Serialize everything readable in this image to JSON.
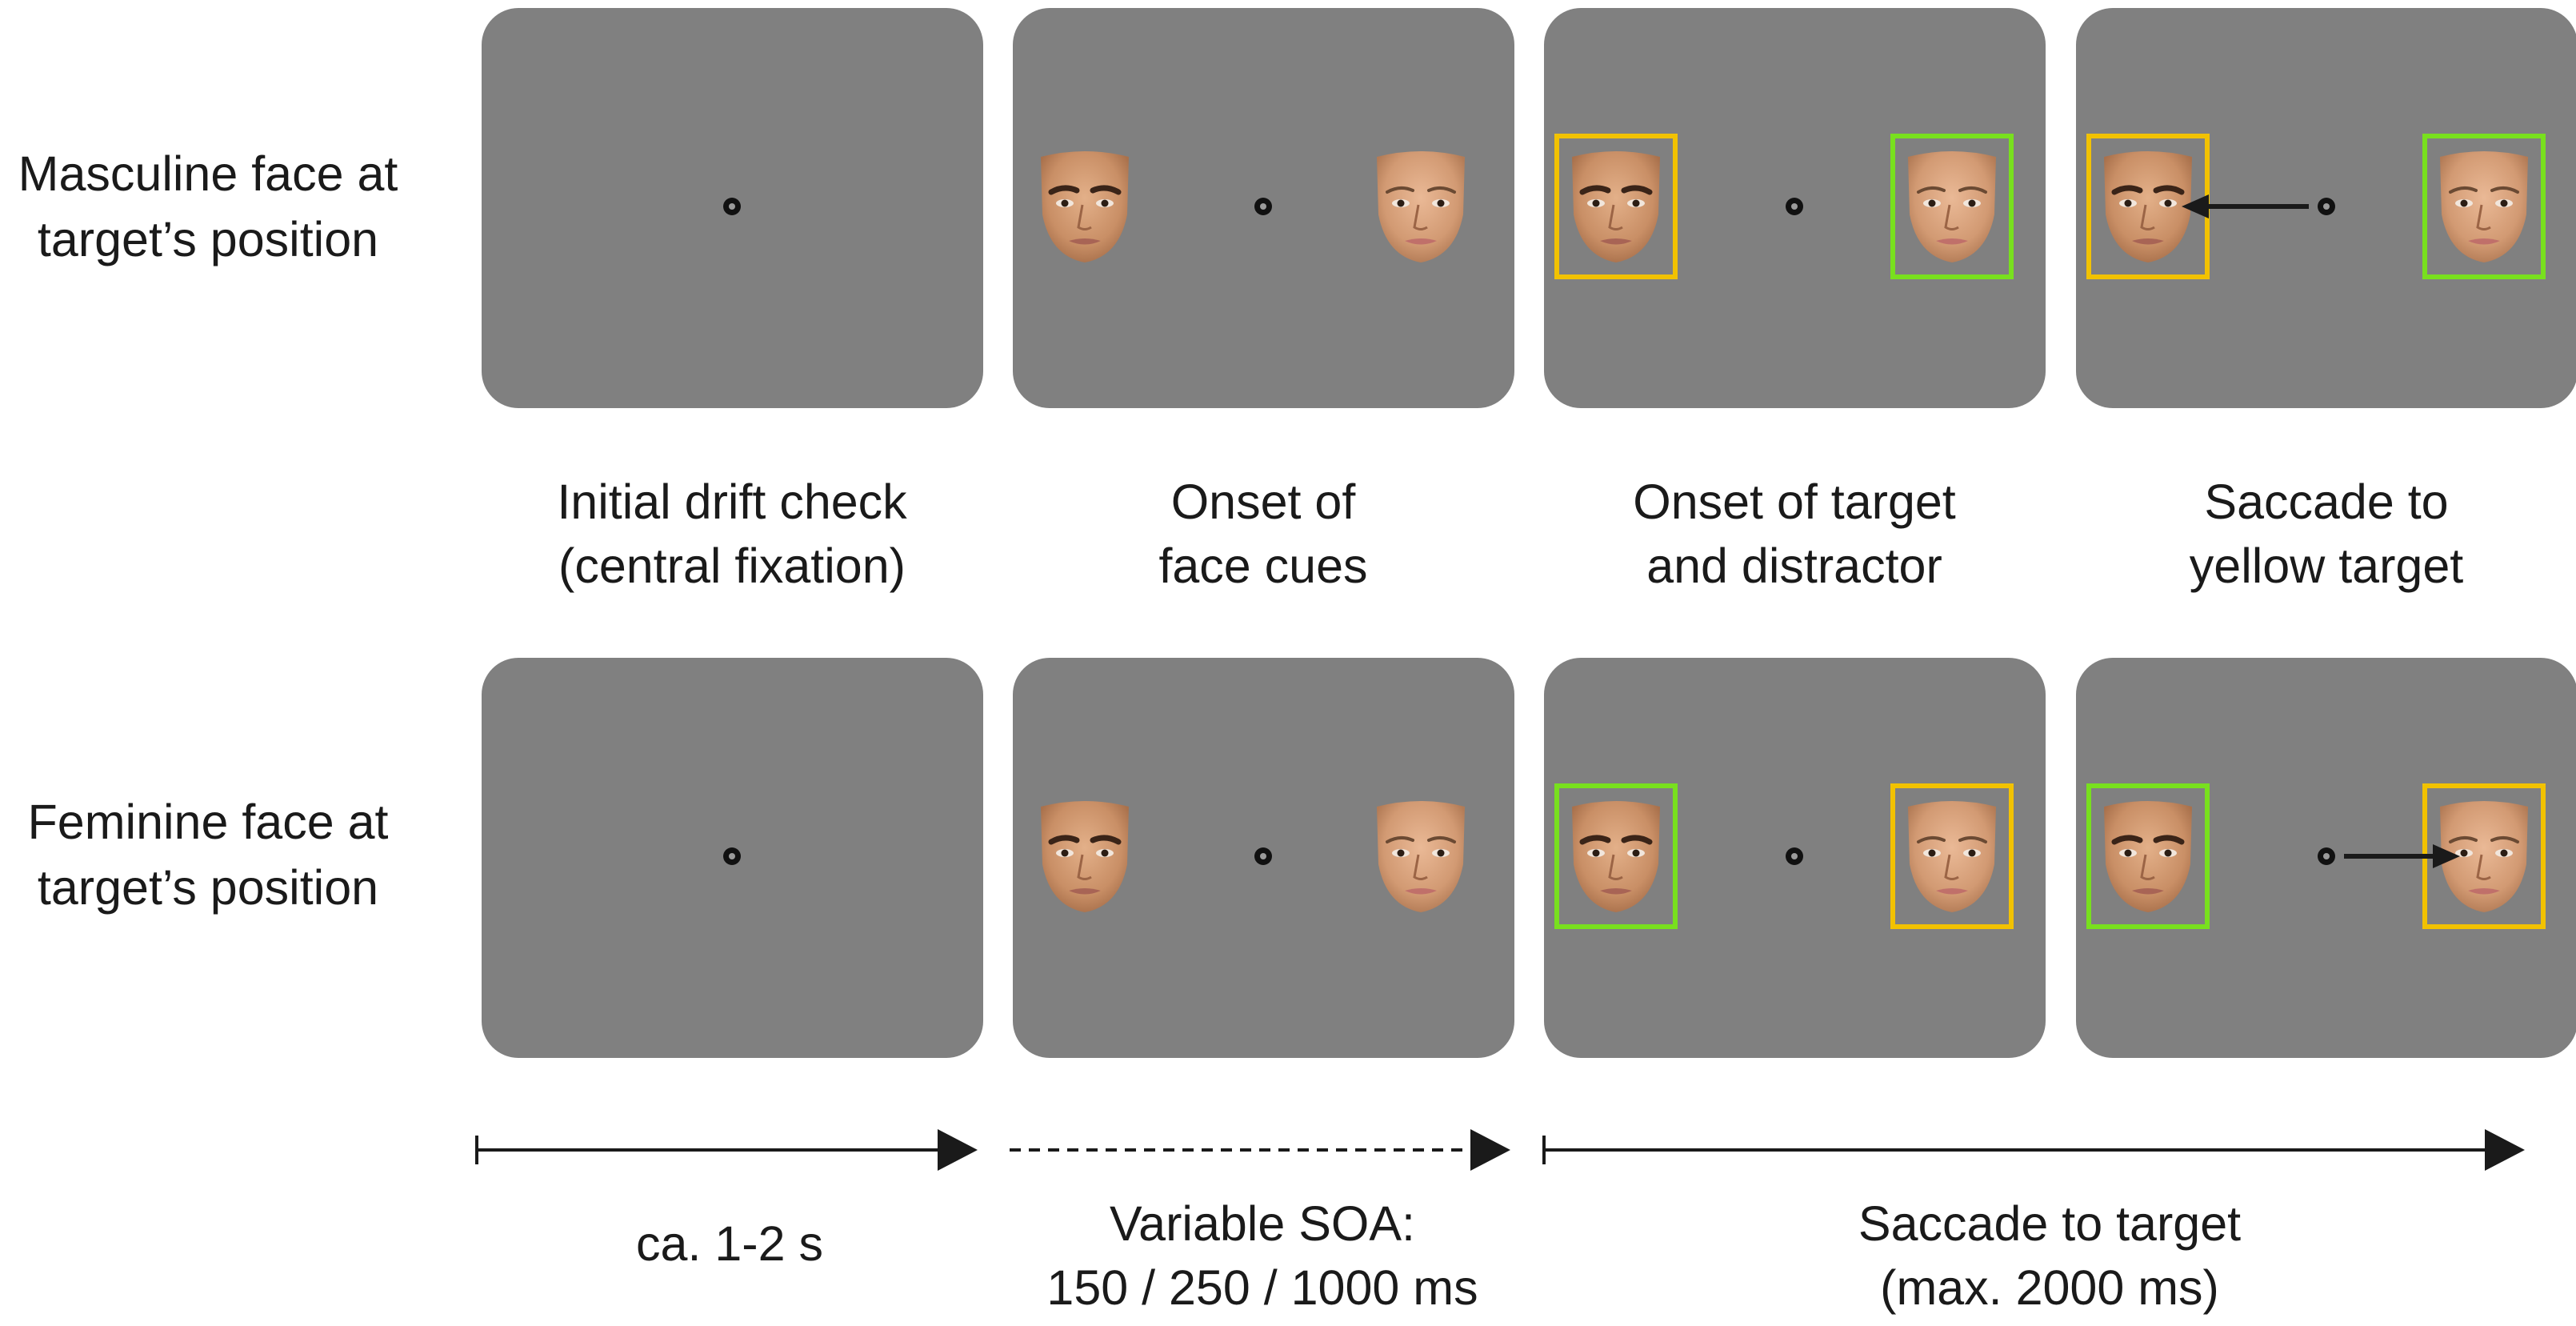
{
  "colors": {
    "screen": "#808080",
    "target_box": "#f2c200",
    "distractor_box": "#78e01e",
    "fixation": "#111111",
    "arrow": "#1a1a1a"
  },
  "rows": [
    {
      "label_lines": [
        "Masculine face at",
        "target’s position"
      ],
      "target_side": "left"
    },
    {
      "label_lines": [
        "Feminine face at",
        "target’s position"
      ],
      "target_side": "right"
    }
  ],
  "stages": [
    {
      "caption_lines": [
        "Initial drift check",
        "(central fixation)"
      ],
      "faces": false,
      "boxes": false,
      "saccade": false
    },
    {
      "caption_lines": [
        "Onset of",
        "face cues"
      ],
      "faces": true,
      "boxes": false,
      "saccade": false
    },
    {
      "caption_lines": [
        "Onset of target",
        "and distractor"
      ],
      "faces": true,
      "boxes": true,
      "saccade": false
    },
    {
      "caption_lines": [
        "Saccade to",
        "yellow target"
      ],
      "faces": true,
      "boxes": true,
      "saccade": true
    }
  ],
  "faces": {
    "left": "masculine-face",
    "right": "feminine-face"
  },
  "timeline": [
    {
      "label_lines": [
        "ca. 1-2 s"
      ],
      "style": "solid"
    },
    {
      "label_lines": [
        "Variable SOA:",
        "150 / 250 / 1000 ms"
      ],
      "style": "dashed"
    },
    {
      "label_lines": [
        "Saccade to target",
        "(max. 2000 ms)"
      ],
      "style": "solid"
    }
  ]
}
